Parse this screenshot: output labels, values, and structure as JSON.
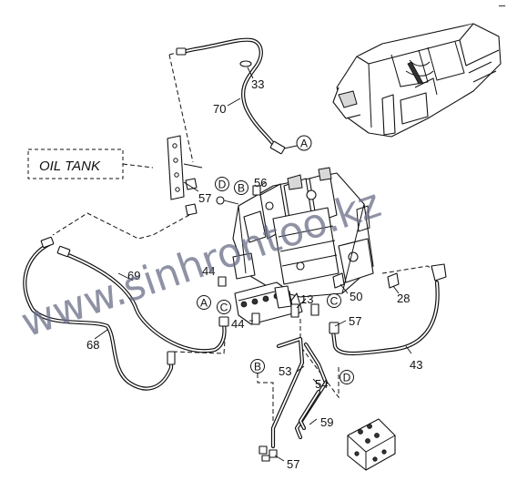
{
  "diagram": {
    "oil_tank_label": "OIL TANK",
    "corner_mark": "–",
    "watermark": "www.sinhrontoo.kz",
    "callouts": {
      "c33": "33",
      "c70": "70",
      "c56": "56",
      "c57a": "57",
      "c44a": "44",
      "c44b": "44",
      "c69": "69",
      "c68": "68",
      "c13": "13",
      "c50": "50",
      "c57b": "57",
      "c28": "28",
      "c43": "43",
      "c53": "53",
      "c54": "54",
      "c59": "59",
      "c57c": "57"
    },
    "reference_marks": {
      "ref_a_top": "A",
      "ref_d_top": "D",
      "ref_b_top": "B",
      "ref_a_left": "A",
      "ref_c_left": "C",
      "ref_c_right": "C",
      "ref_b_bottom": "B",
      "ref_d_bottom": "D"
    }
  }
}
